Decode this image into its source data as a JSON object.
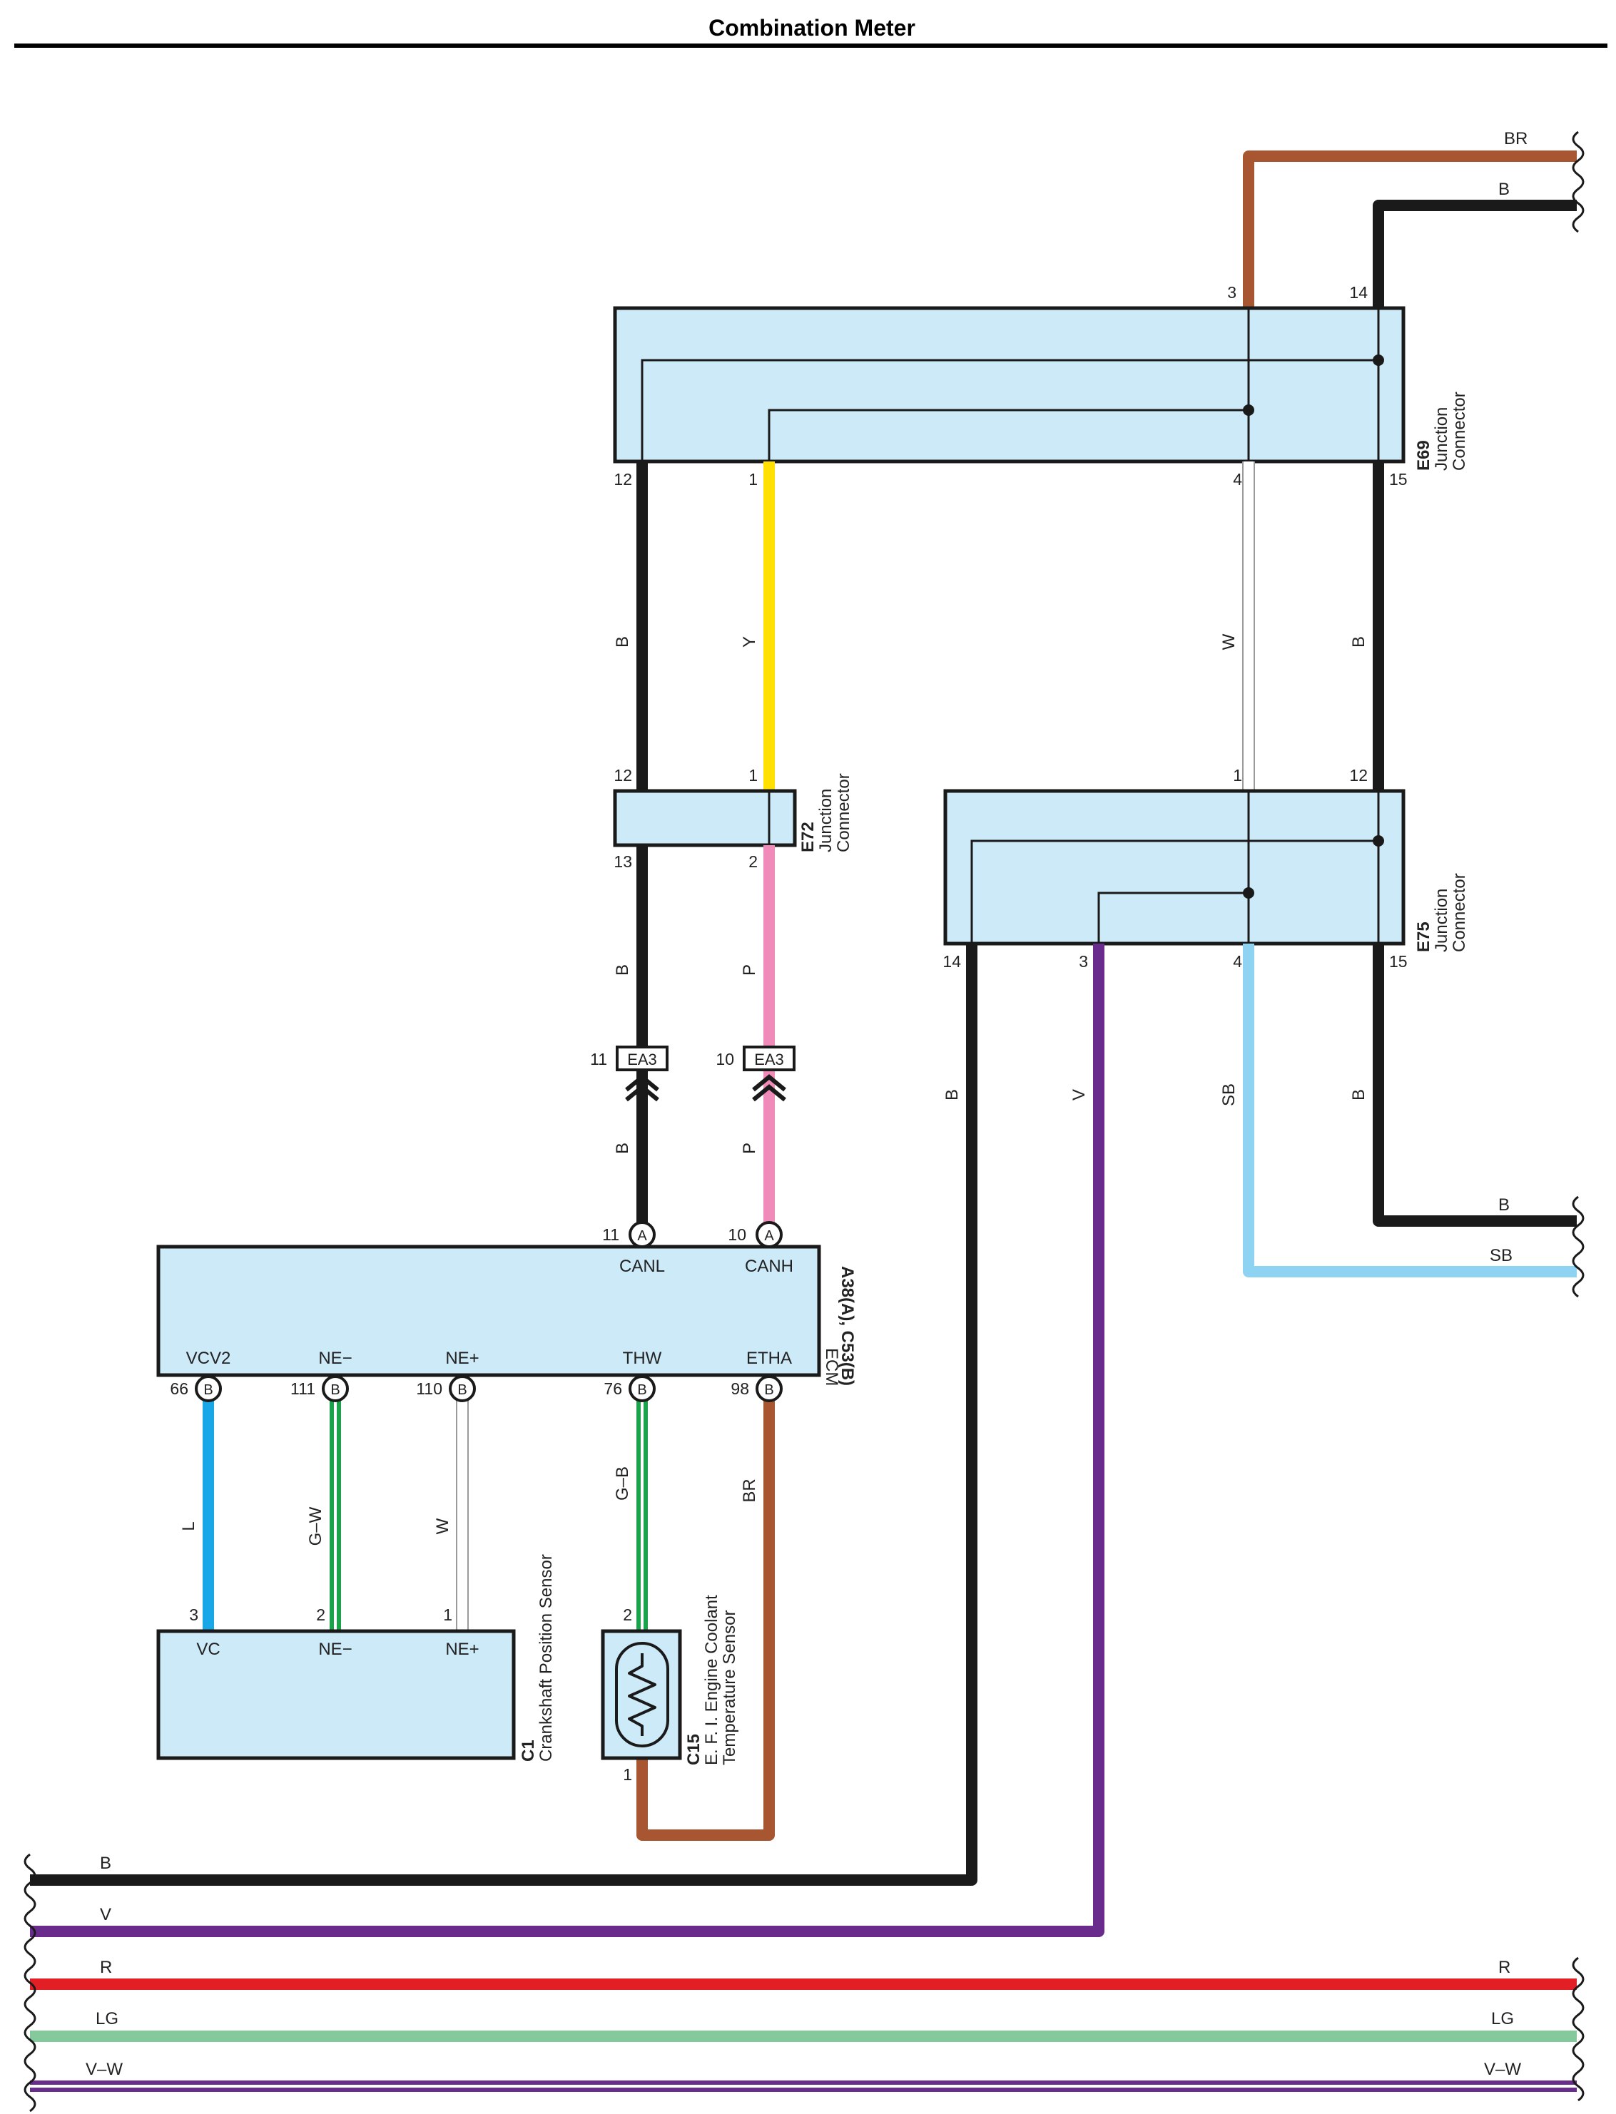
{
  "title": "Combination Meter",
  "colors": {
    "B": "#1a1a1a",
    "BR": "#a85632",
    "Y": "#ffe000",
    "P": "#f08ab8",
    "W": "#ffffff",
    "V": "#6a2c8c",
    "SB": "#8fd3f3",
    "L": "#19a7e8",
    "G": "#1aa34a",
    "R": "#e31f26",
    "LG": "#83c99b",
    "box_fill": "#cdeaf9",
    "box_stroke": "#1a1a1a"
  },
  "components": {
    "e69": {
      "code": "E69",
      "name1": "Junction",
      "name2": "Connector"
    },
    "e72": {
      "code": "E72",
      "name1": "Junction",
      "name2": "Connector"
    },
    "e75": {
      "code": "E75",
      "name1": "Junction",
      "name2": "Connector"
    },
    "ecm": {
      "code": "A38(A), C53(B)",
      "name": "ECM"
    },
    "c1": {
      "code": "C1",
      "name": "Crankshaft Position Sensor"
    },
    "c15": {
      "code": "C15",
      "name1": "E. F. I.  Engine Coolant",
      "name2": "Temperature Sensor"
    },
    "ea3": {
      "code": "EA3"
    }
  },
  "pins": {
    "e69_top_3": "3",
    "e69_top_14": "14",
    "e69_bot_12": "12",
    "e69_bot_1": "1",
    "e69_bot_4": "4",
    "e69_bot_15": "15",
    "e72_top_12": "12",
    "e72_top_1": "1",
    "e72_bot_13": "13",
    "e72_bot_2": "2",
    "ea3_11": "11",
    "ea3_10": "10",
    "e75_top_1": "1",
    "e75_top_12": "12",
    "e75_bot_14": "14",
    "e75_bot_3": "3",
    "e75_bot_4": "4",
    "e75_bot_15": "15",
    "ecm_11": "11",
    "ecm_10": "10",
    "ecm_66": "66",
    "ecm_111": "111",
    "ecm_110": "110",
    "ecm_76": "76",
    "ecm_98": "98",
    "c1_3": "3",
    "c1_2": "2",
    "c1_1": "1",
    "c15_2": "2",
    "c15_1": "1",
    "conn_A": "A",
    "conn_B": "B"
  },
  "terminals": {
    "canl": "CANL",
    "canh": "CANH",
    "vcv2": "VCV2",
    "ne_minus": "NE−",
    "ne_plus": "NE+",
    "thw": "THW",
    "etha": "ETHA",
    "vc": "VC",
    "c1_ne_minus": "NE−",
    "c1_ne_plus": "NE+"
  },
  "wire_labels": {
    "top_br": "BR",
    "top_b": "B",
    "e69_b_left": "B",
    "e69_y": "Y",
    "e69_w": "W",
    "e69_b_right": "B",
    "e72_b": "B",
    "e72_p": "P",
    "ea3_b": "B",
    "ea3_p": "P",
    "e75_b_left": "B",
    "e75_v": "V",
    "e75_sb": "SB",
    "e75_b_right": "B",
    "right_b": "B",
    "right_sb": "SB",
    "l": "L",
    "g_w": "G–W",
    "w": "W",
    "g_b": "G–B",
    "br": "BR",
    "bottom_b": "B",
    "bottom_v": "V",
    "bottom_r_left": "R",
    "bottom_r_right": "R",
    "bottom_lg_left": "LG",
    "bottom_lg_right": "LG",
    "bottom_vw_left": "V–W",
    "bottom_vw_right": "V–W"
  }
}
